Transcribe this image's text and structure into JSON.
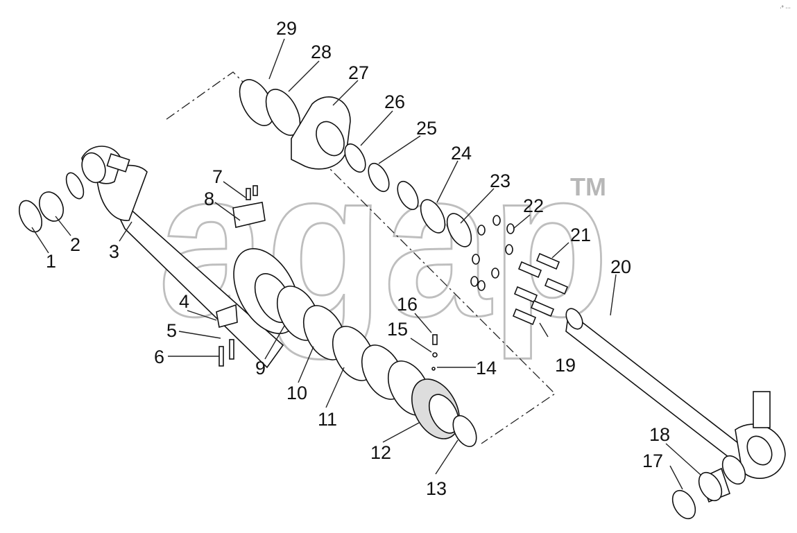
{
  "watermark": {
    "text": "agap",
    "trademark": "TM"
  },
  "corner_mark": "·° ···",
  "callouts": [
    {
      "id": "1",
      "label": "1"
    },
    {
      "id": "2",
      "label": "2"
    },
    {
      "id": "3",
      "label": "3"
    },
    {
      "id": "4",
      "label": "4"
    },
    {
      "id": "5",
      "label": "5"
    },
    {
      "id": "6",
      "label": "6"
    },
    {
      "id": "7",
      "label": "7"
    },
    {
      "id": "8",
      "label": "8"
    },
    {
      "id": "9",
      "label": "9"
    },
    {
      "id": "10",
      "label": "10"
    },
    {
      "id": "11",
      "label": "11"
    },
    {
      "id": "12",
      "label": "12"
    },
    {
      "id": "13",
      "label": "13"
    },
    {
      "id": "14",
      "label": "14"
    },
    {
      "id": "15",
      "label": "15"
    },
    {
      "id": "16",
      "label": "16"
    },
    {
      "id": "17",
      "label": "17"
    },
    {
      "id": "18",
      "label": "18"
    },
    {
      "id": "19",
      "label": "19"
    },
    {
      "id": "20",
      "label": "20"
    },
    {
      "id": "21",
      "label": "21"
    },
    {
      "id": "22",
      "label": "22"
    },
    {
      "id": "23",
      "label": "23"
    },
    {
      "id": "24",
      "label": "24"
    },
    {
      "id": "25",
      "label": "25"
    },
    {
      "id": "26",
      "label": "26"
    },
    {
      "id": "27",
      "label": "27"
    },
    {
      "id": "28",
      "label": "28"
    },
    {
      "id": "29",
      "label": "29"
    }
  ]
}
